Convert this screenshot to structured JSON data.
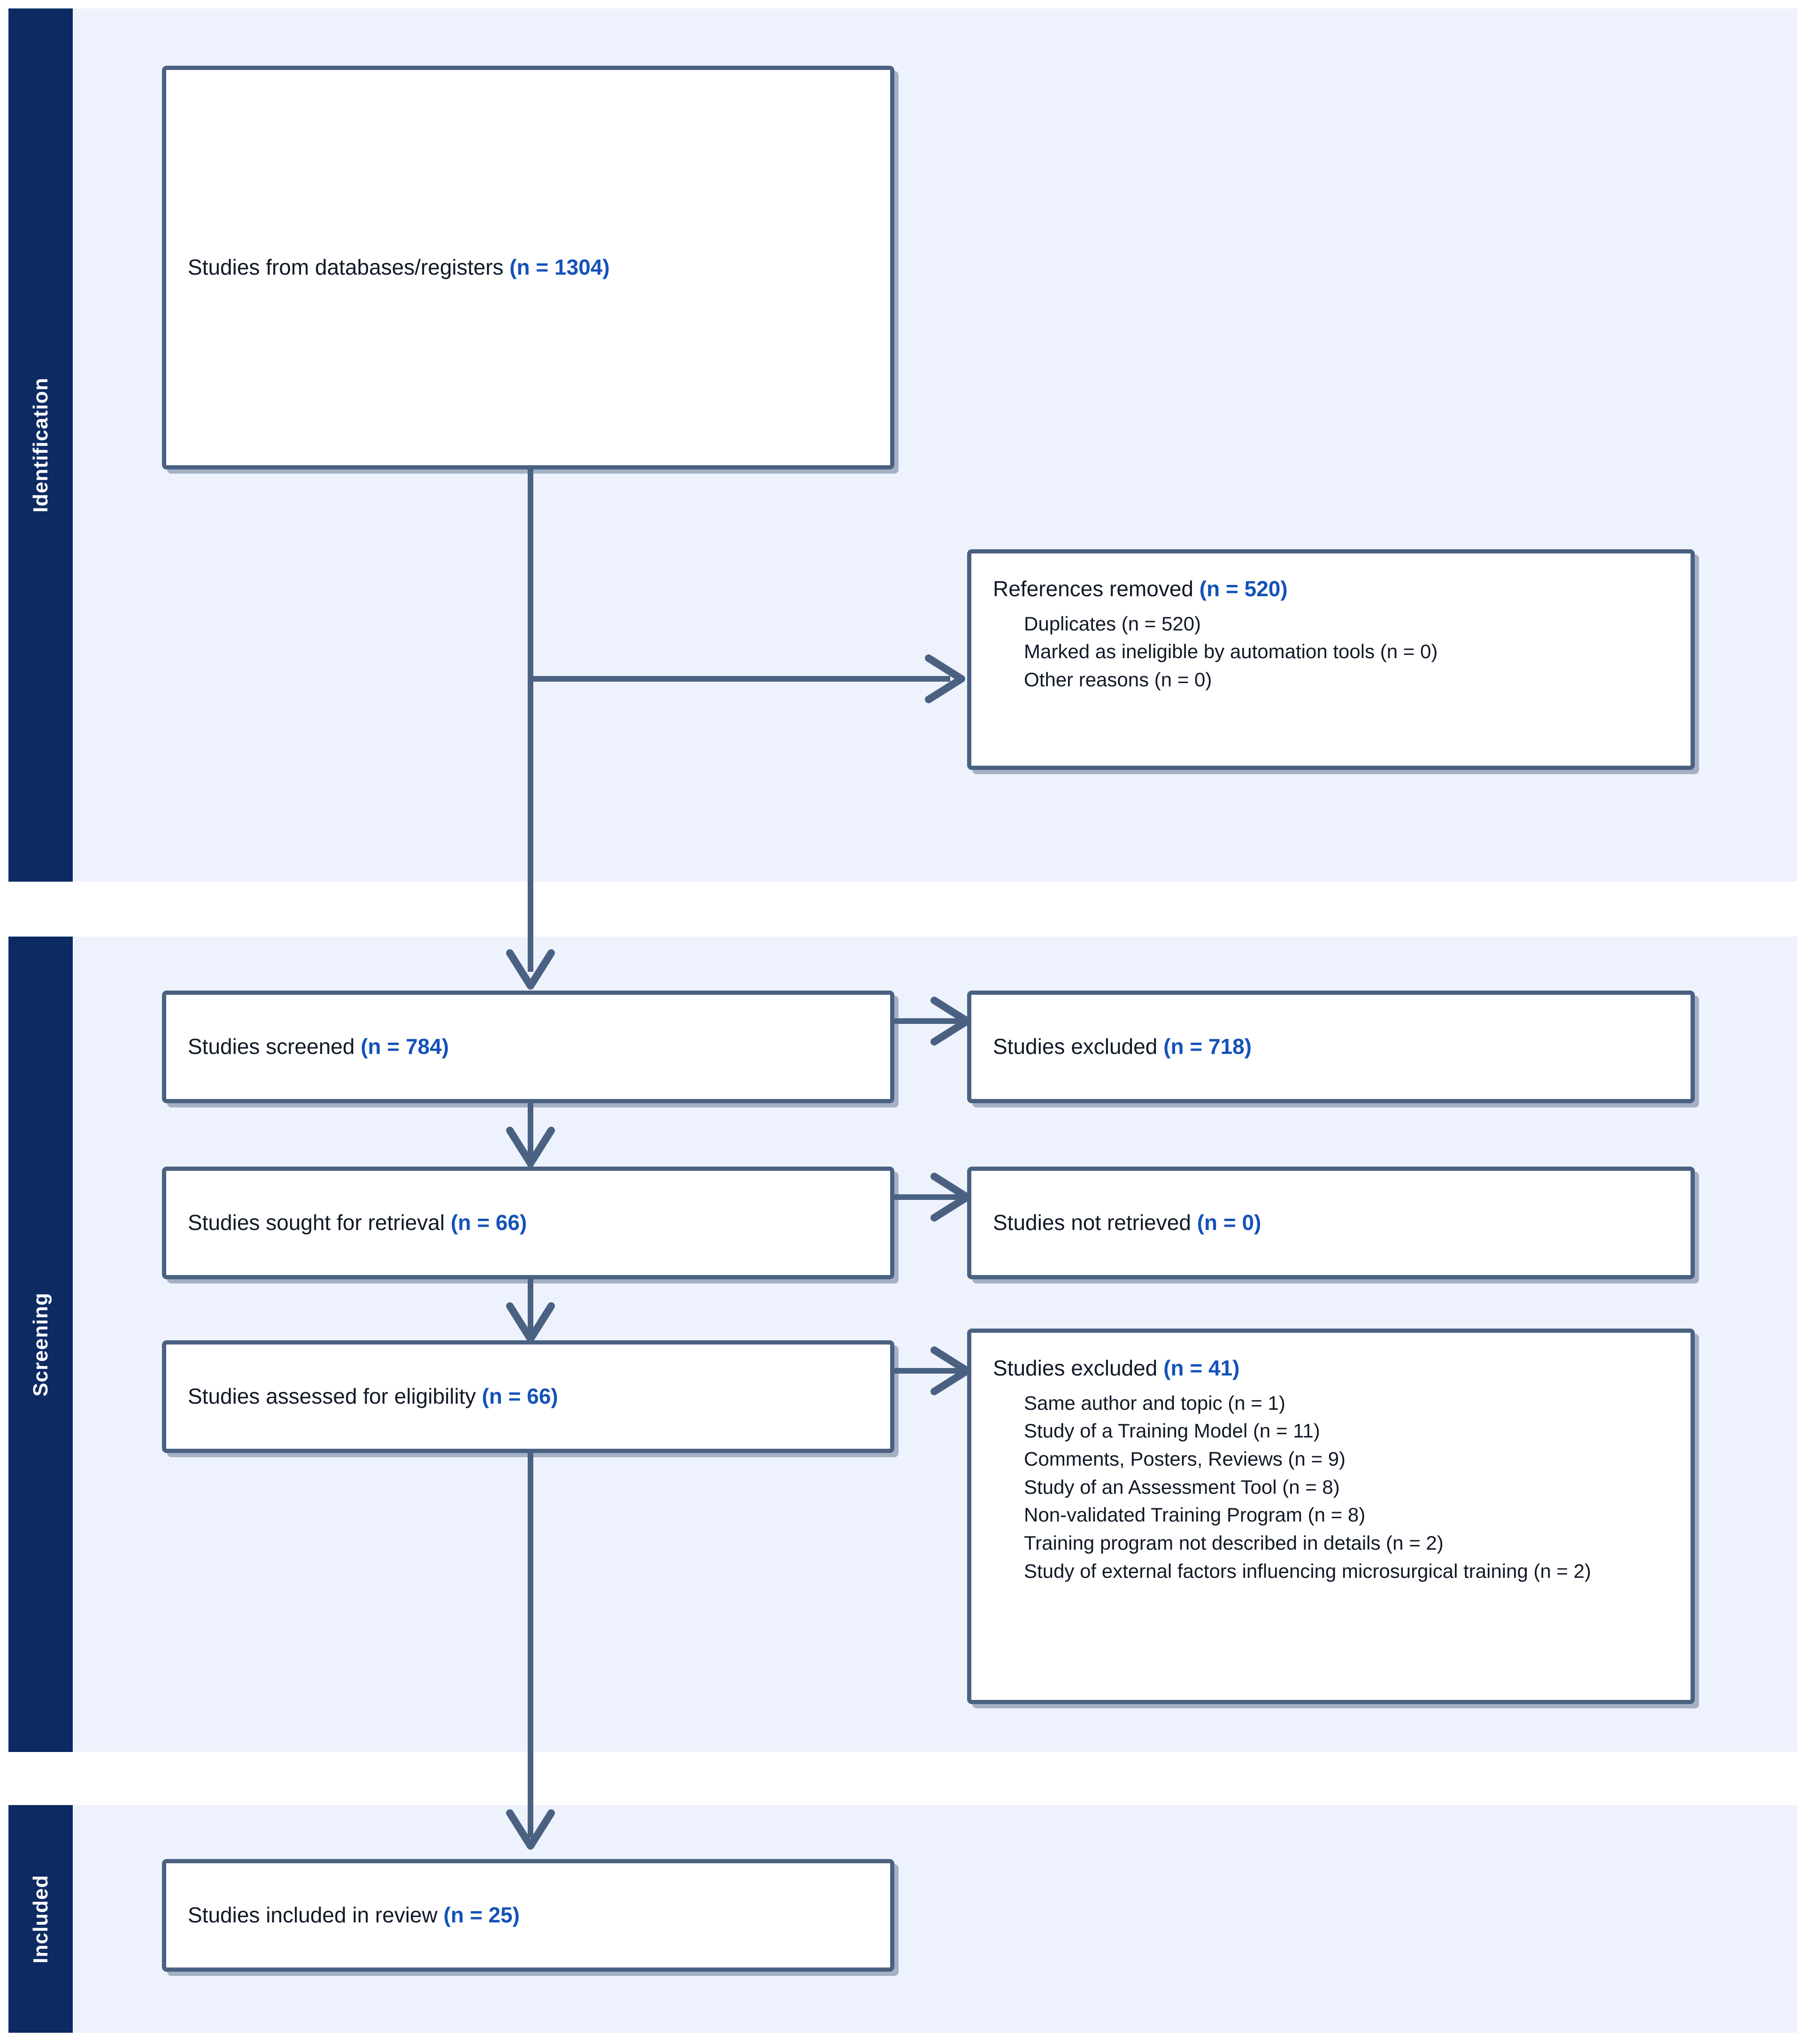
{
  "diagram": {
    "type": "prisma-flow-diagram",
    "accent_border": "#4a6182",
    "band_fill": "#eef2fc",
    "band_label_fill": "#0d2a63",
    "number_color": "#1452b8"
  },
  "bands": [
    {
      "key": "identification",
      "label": "Identification"
    },
    {
      "key": "screening",
      "label": "Screening"
    },
    {
      "key": "included",
      "label": "Included"
    }
  ],
  "boxes": {
    "databases": {
      "label": "Studies from databases/registers",
      "count": "(n = 1304)"
    },
    "references_removed": {
      "label": "References removed",
      "count": "(n = 520)",
      "reasons": [
        "Duplicates (n = 520)",
        "Marked as ineligible by automation tools (n = 0)",
        "Other reasons (n = 0)"
      ]
    },
    "screened": {
      "label": "Studies screened",
      "count": "(n = 784)"
    },
    "screened_excluded": {
      "label": "Studies excluded",
      "count": "(n = 718)"
    },
    "sought": {
      "label": "Studies sought for retrieval",
      "count": "(n = 66)"
    },
    "not_retrieved": {
      "label": "Studies not retrieved",
      "count": "(n = 0)"
    },
    "eligibility": {
      "label": "Studies assessed for eligibility",
      "count": "(n = 66)"
    },
    "eligibility_excluded": {
      "label": "Studies excluded",
      "count": "(n = 41)",
      "reasons": [
        "Same author and topic (n = 1)",
        "Study of a Training Model (n = 11)",
        "Comments, Posters, Reviews (n = 9)",
        "Study of an Assessment Tool (n = 8)",
        "Non-validated Training Program (n = 8)",
        "Training program not described in details (n = 2)",
        "Study of external factors influencing microsurgical training (n = 2)"
      ]
    },
    "included": {
      "label": "Studies included in review",
      "count": "(n = 25)"
    }
  }
}
